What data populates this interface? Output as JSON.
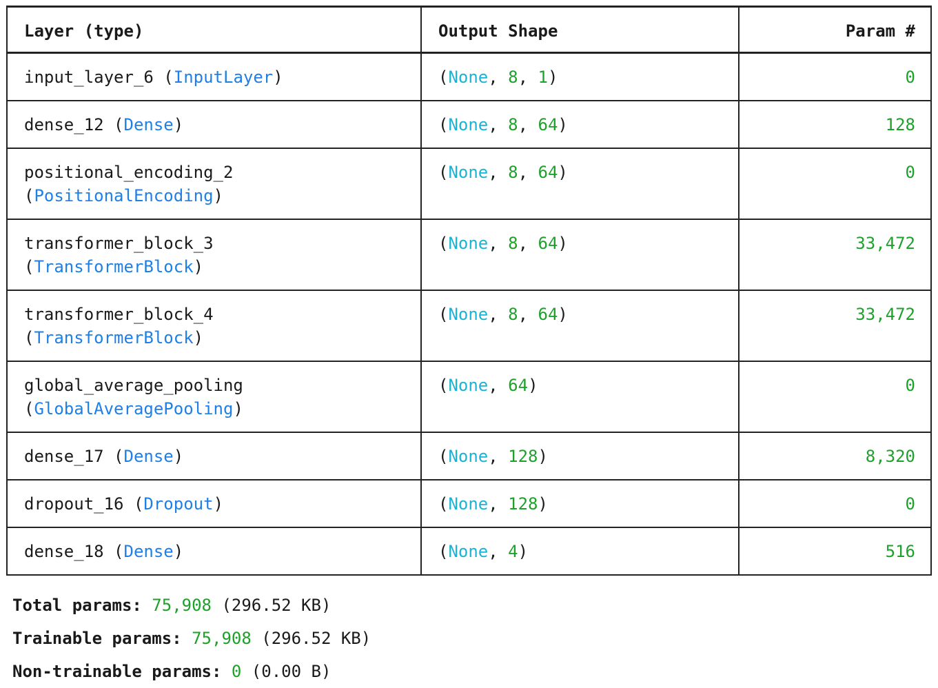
{
  "table": {
    "headers": {
      "layer": "Layer (type)",
      "output_shape": "Output Shape",
      "params": "Param #"
    },
    "rows": [
      {
        "name": "input_layer_6",
        "type": "InputLayer",
        "wrap": false,
        "shape": [
          "None",
          "8",
          "1"
        ],
        "params": "0"
      },
      {
        "name": "dense_12",
        "type": "Dense",
        "wrap": false,
        "shape": [
          "None",
          "8",
          "64"
        ],
        "params": "128"
      },
      {
        "name": "positional_encoding_2",
        "type": "PositionalEncoding",
        "wrap": true,
        "shape": [
          "None",
          "8",
          "64"
        ],
        "params": "0"
      },
      {
        "name": "transformer_block_3",
        "type": "TransformerBlock",
        "wrap": true,
        "shape": [
          "None",
          "8",
          "64"
        ],
        "params": "33,472"
      },
      {
        "name": "transformer_block_4",
        "type": "TransformerBlock",
        "wrap": true,
        "shape": [
          "None",
          "8",
          "64"
        ],
        "params": "33,472"
      },
      {
        "name": "global_average_pooling",
        "type": "GlobalAveragePooling",
        "wrap": true,
        "shape": [
          "None",
          "64"
        ],
        "params": "0"
      },
      {
        "name": "dense_17",
        "type": "Dense",
        "wrap": false,
        "shape": [
          "None",
          "128"
        ],
        "params": "8,320"
      },
      {
        "name": "dropout_16",
        "type": "Dropout",
        "wrap": false,
        "shape": [
          "None",
          "128"
        ],
        "params": "0"
      },
      {
        "name": "dense_18",
        "type": "Dense",
        "wrap": false,
        "shape": [
          "None",
          "4"
        ],
        "params": "516"
      }
    ]
  },
  "totals": {
    "total_label": "Total params:",
    "total_value": "75,908",
    "total_size": "(296.52 KB)",
    "trainable_label": "Trainable params:",
    "trainable_value": "75,908",
    "trainable_size": "(296.52 KB)",
    "non_trainable_label": "Non-trainable params:",
    "non_trainable_value": "0",
    "non_trainable_size": "(0.00 B)"
  },
  "colors": {
    "type_name": "#1e7fe6",
    "none_keyword": "#18b4d6",
    "number": "#1da12a",
    "text": "#1a1a1a",
    "border": "#222222"
  }
}
